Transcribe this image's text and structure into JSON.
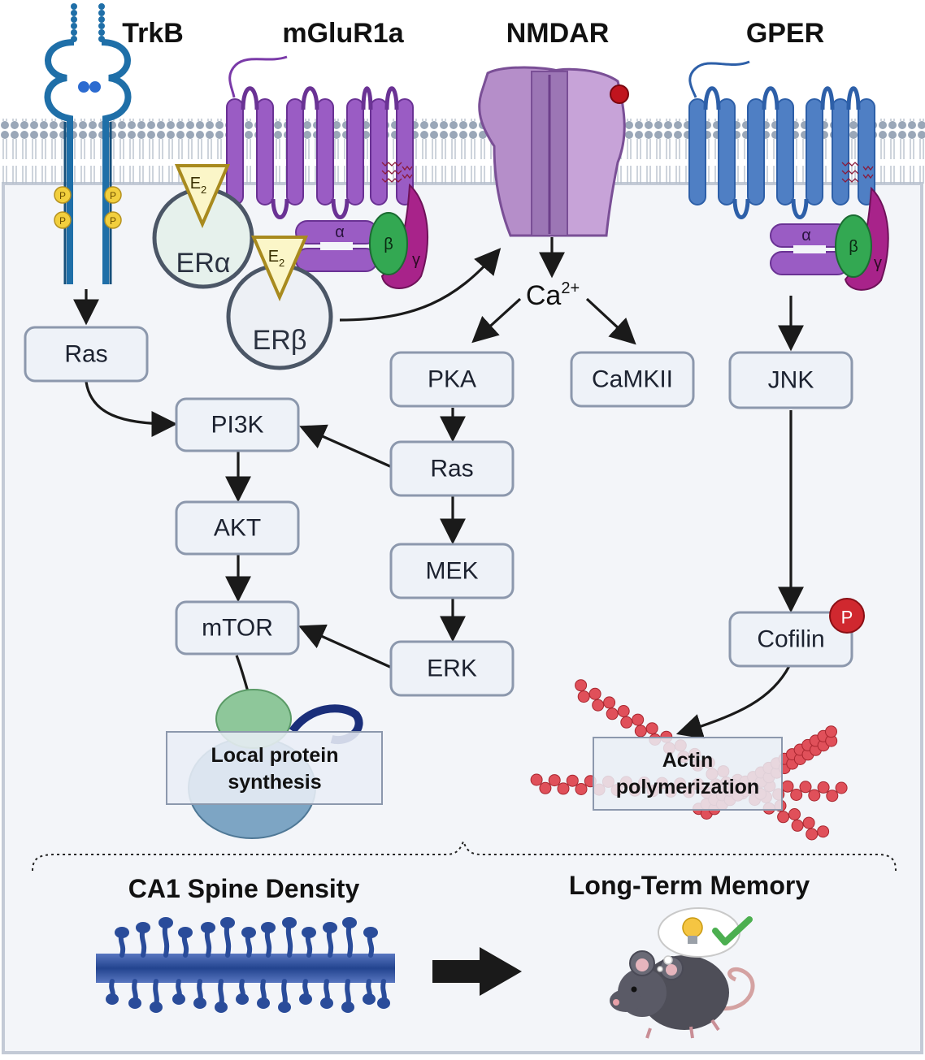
{
  "receptors": {
    "trkb": "TrkB",
    "mglur1a": "mGluR1a",
    "nmdar": "NMDAR",
    "gper": "GPER"
  },
  "phospho_label": "P",
  "estrogen": {
    "hormone": "E",
    "hormone_sub": "2",
    "era": "ERα",
    "erb": "ERβ"
  },
  "gprotein": {
    "alpha": "α",
    "beta": "β",
    "gamma": "γ"
  },
  "calcium": {
    "ion": "Ca",
    "charge": "2+"
  },
  "nodes": {
    "ras_left": "Ras",
    "pi3k": "PI3K",
    "akt": "AKT",
    "mtor": "mTOR",
    "pka": "PKA",
    "ras_mid": "Ras",
    "mek": "MEK",
    "erk": "ERK",
    "camkii": "CaMKII",
    "jnk": "JNK",
    "cofilin": "Cofilin"
  },
  "outputs": {
    "protein_line1": "Local protein",
    "protein_line2": "synthesis",
    "actin_line1": "Actin",
    "actin_line2": "polymerization"
  },
  "outcomes": {
    "spine_density": "CA1 Spine Density",
    "memory": "Long-Term Memory"
  },
  "colors": {
    "trkb": "#1f6fa8",
    "mglur": "#9a5cc4",
    "nmdar": "#b58ec9",
    "gper": "#4f7fc4",
    "membrane": "#9aa7b8",
    "box_border": "#8c98ad",
    "box_fill": "#eef2f8",
    "actin": "#e0505a",
    "dendrite": "#2a4c9a",
    "phospho": "#f2cf3d"
  }
}
